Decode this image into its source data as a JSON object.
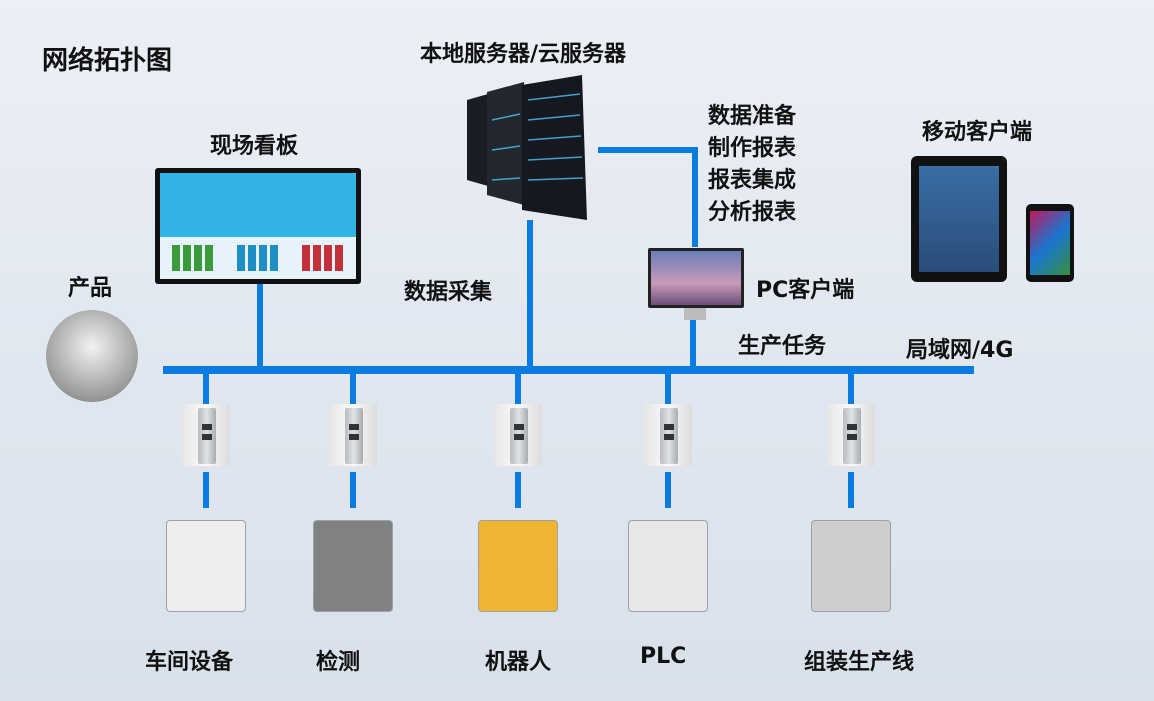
{
  "title": "网络拓扑图",
  "labels": {
    "server": "本地服务器/云服务器",
    "board": "现场看板",
    "product": "产品",
    "data_collect": "数据采集",
    "tasks": [
      "数据准备",
      "制作报表",
      "报表集成",
      "分析报表"
    ],
    "mobile": "移动客户端",
    "pc": "PC客户端",
    "production_task": "生产任务",
    "network": "局域网/4G"
  },
  "devices": [
    "车间设备",
    "检测",
    "机器人",
    "PLC",
    "组装生产线"
  ],
  "colors": {
    "line": "#0a7be0",
    "board_screen": "#31b3e4"
  }
}
